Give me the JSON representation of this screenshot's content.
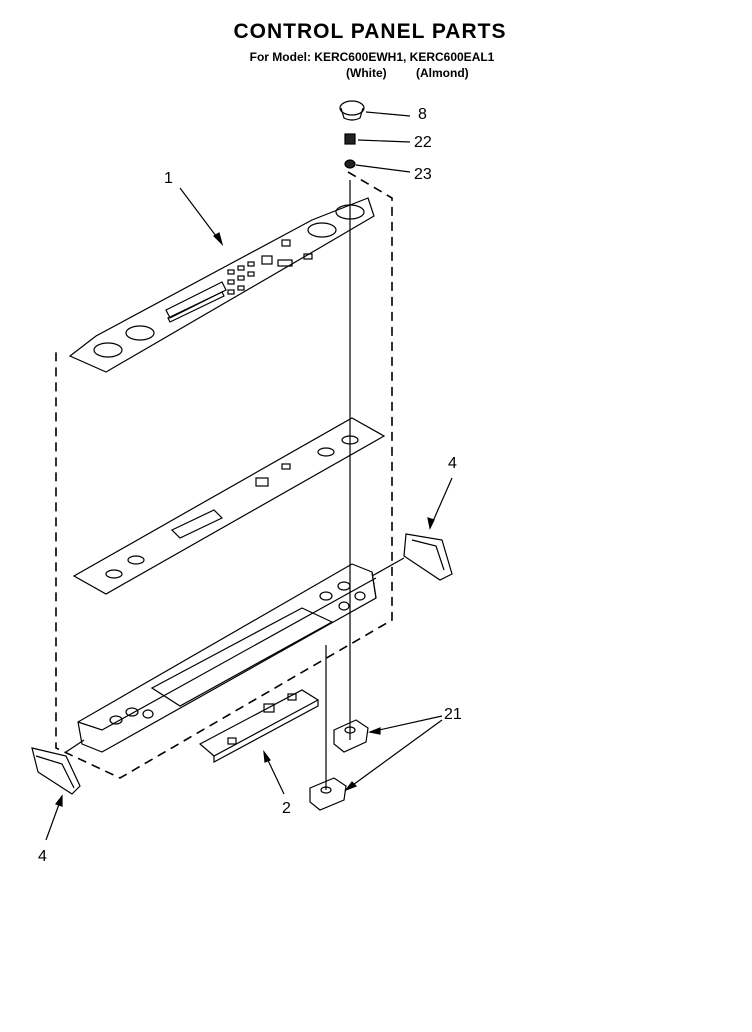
{
  "header": {
    "title": "CONTROL PANEL PARTS",
    "model_line": "For Model: KERC600EWH1, KERC600EAL1",
    "color_white": "(White)",
    "color_almond": "(Almond)"
  },
  "callouts": {
    "c8": "8",
    "c22": "22",
    "c23": "23",
    "c1": "1",
    "c4_right": "4",
    "c21": "21",
    "c2": "2",
    "c4_left": "4"
  },
  "colors": {
    "line": "#000000",
    "background": "#ffffff"
  }
}
